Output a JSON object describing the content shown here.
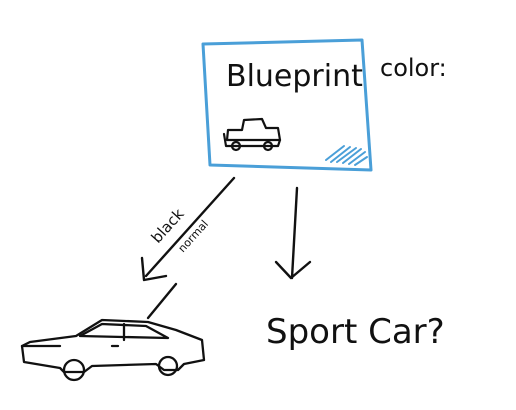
{
  "blueprint": {
    "label": "Blueprint",
    "icon": "small-car-icon",
    "frame_color": "#4a9fd8",
    "hatch_color": "#4a9fd8"
  },
  "color_note": "color:",
  "arrow_to_car": {
    "label_top": "black",
    "label_bottom": "normal",
    "icon": "arrow-down-left-icon"
  },
  "arrow_down": {
    "icon": "arrow-down-icon"
  },
  "car": {
    "icon": "sedan-car-icon"
  },
  "sport_car": {
    "label": "Sport Car?"
  },
  "ink_color": "#111111"
}
